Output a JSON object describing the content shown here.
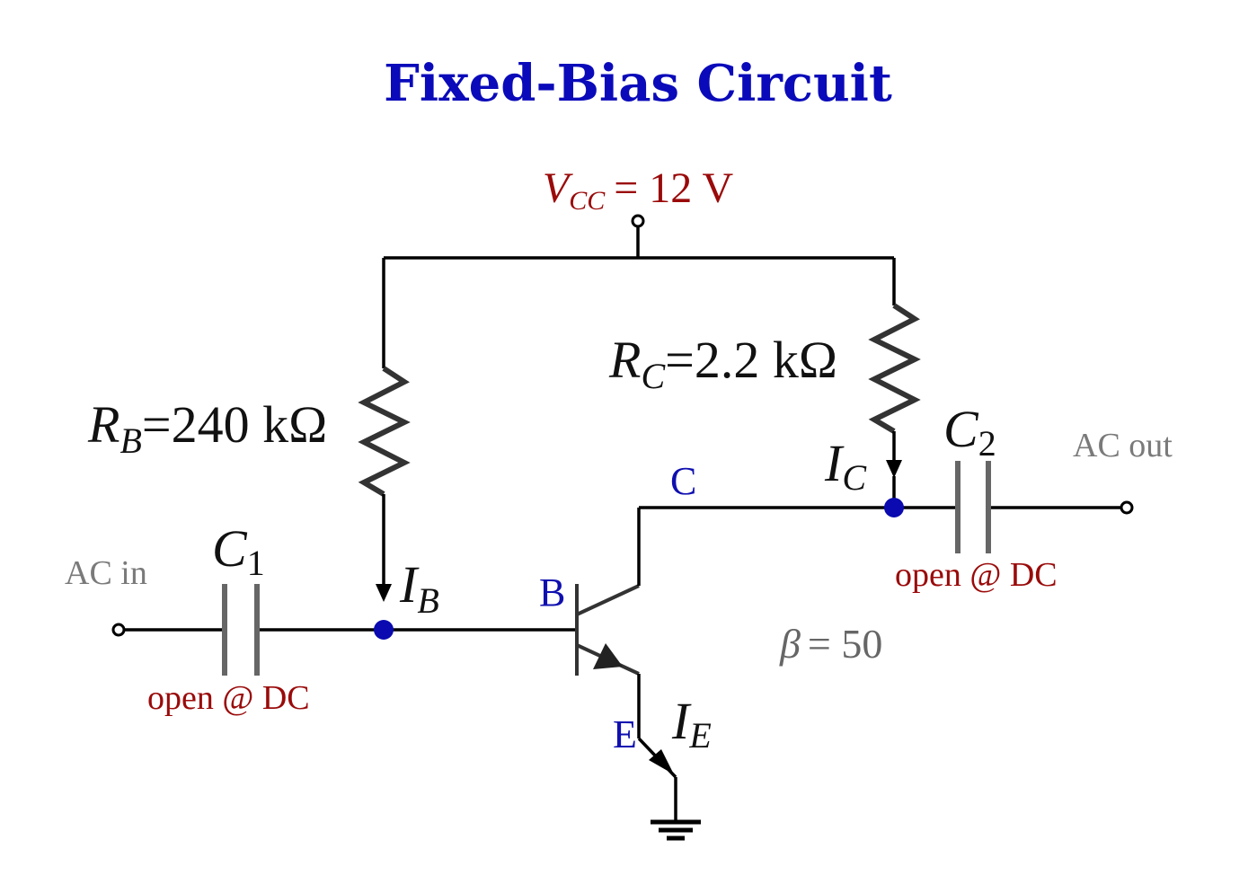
{
  "title": "Fixed-Bias Circuit",
  "supply": {
    "symbol": "V",
    "subscript": "CC",
    "value": "= 12 V"
  },
  "resistor_base": {
    "symbol": "R",
    "subscript": "B",
    "value": "=240 kΩ"
  },
  "resistor_collector": {
    "symbol": "R",
    "subscript": "C",
    "value": "=2.2 kΩ"
  },
  "capacitor_in": {
    "symbol": "C",
    "subscript": "1",
    "note": "open @ DC"
  },
  "capacitor_out": {
    "symbol": "C",
    "subscript": "2",
    "note": "open @ DC"
  },
  "terminals": {
    "input": "AC in",
    "output": "AC out"
  },
  "currents": {
    "base": {
      "symbol": "I",
      "subscript": "B"
    },
    "collector": {
      "symbol": "I",
      "subscript": "C"
    },
    "emitter": {
      "symbol": "I",
      "subscript": "E"
    }
  },
  "transistor": {
    "base_label": "B",
    "collector_label": "C",
    "emitter_label": "E",
    "beta_symbol": "β",
    "beta_value": "= 50"
  },
  "colors": {
    "title": "#0a0aba",
    "node": "#0a0ab0",
    "note": "#9a0a0a",
    "terminal_label": "#7a7a7a",
    "capacitor": "#666666",
    "resistor": "#333333"
  }
}
